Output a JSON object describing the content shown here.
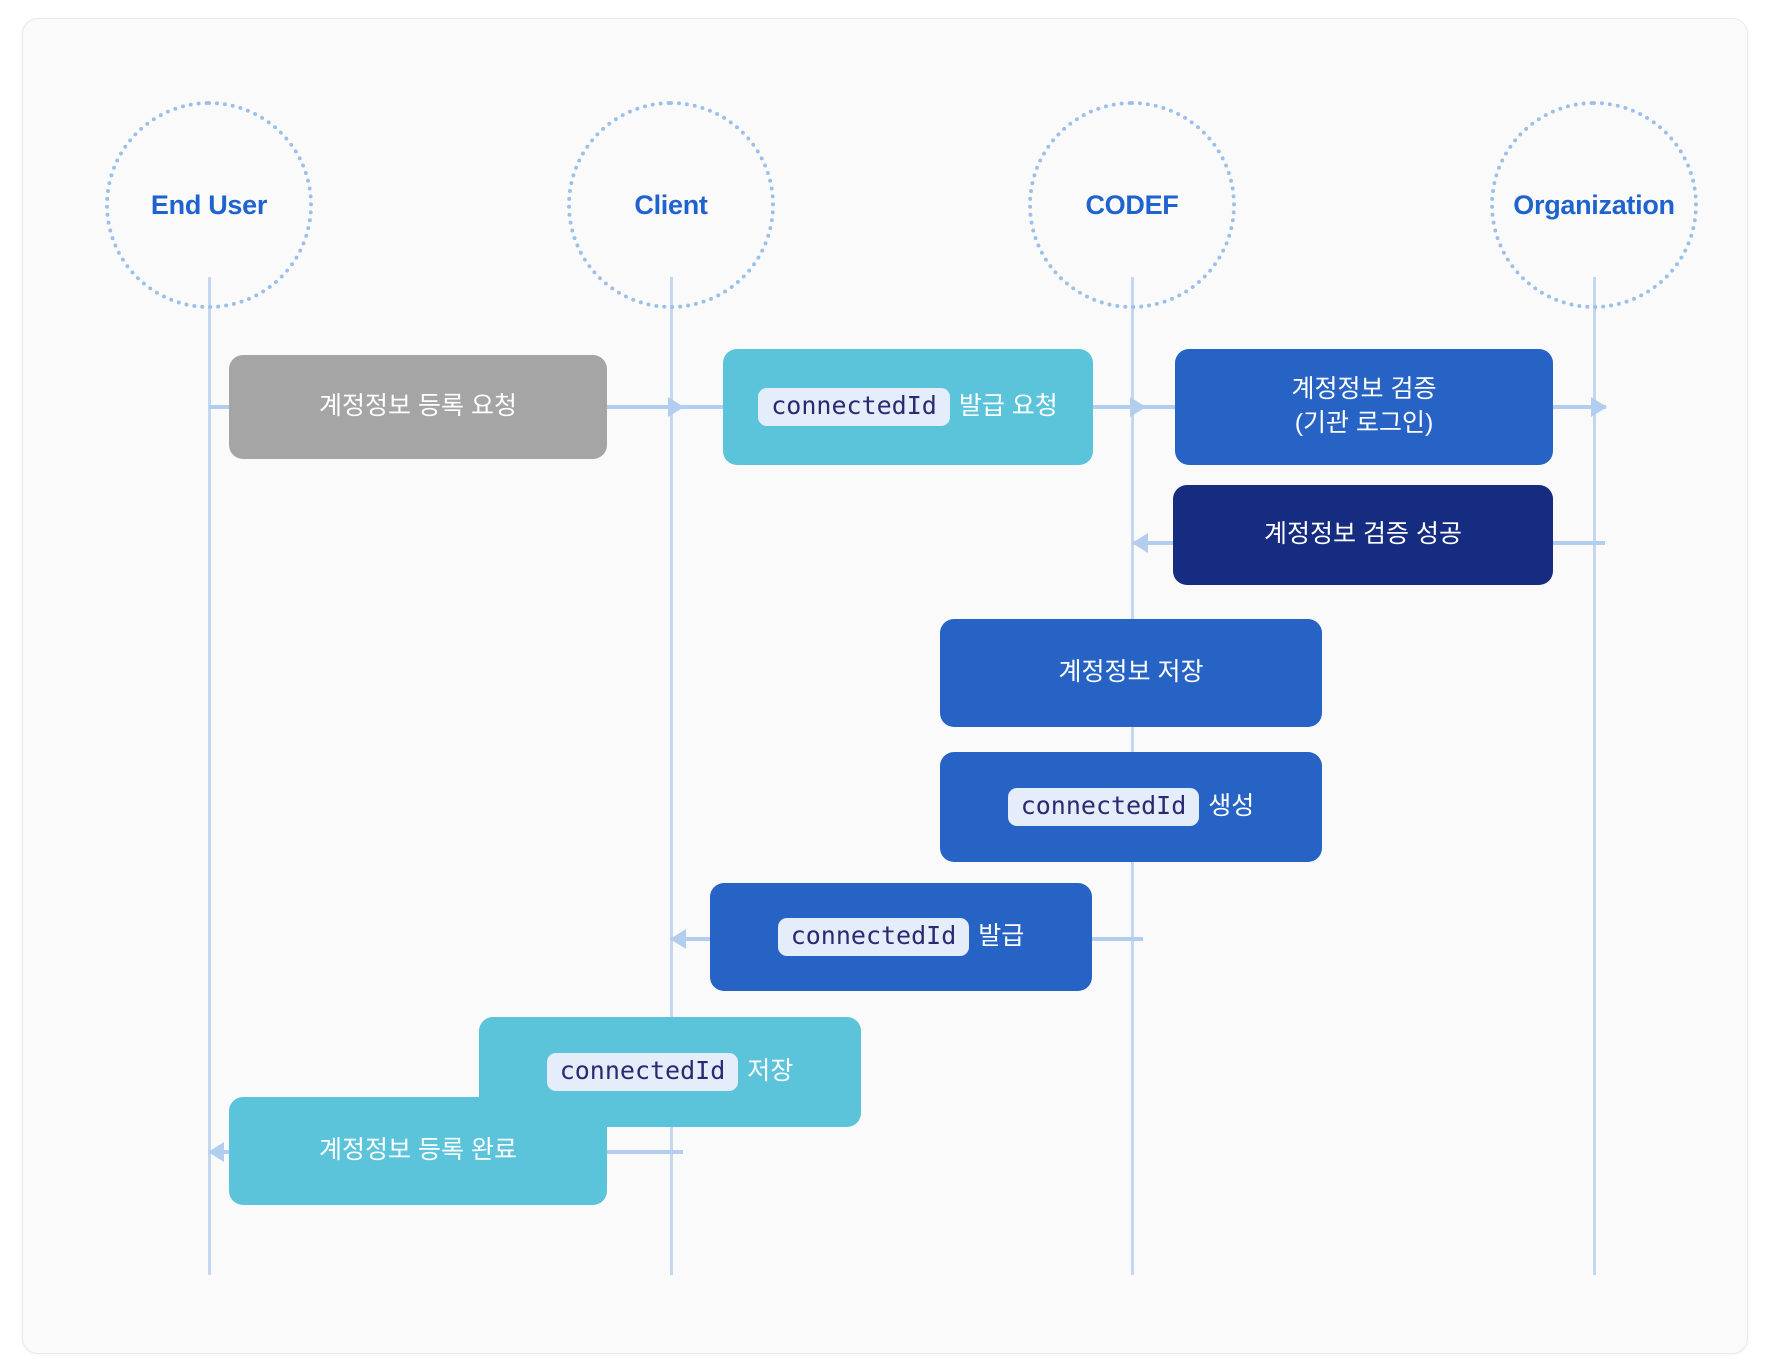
{
  "diagram": {
    "title": "CODEF connectedId issuance sequence",
    "colors": {
      "background": "#fafafa",
      "lifeline": "#c3d7f0",
      "actor_ring": "#9dc0e8",
      "actor_text": "#1f63cf",
      "arrow": "#b2cdee",
      "gray_box": "#a5a5a5",
      "cyan_box": "#5bc4da",
      "blue_box": "#2663c5",
      "navy_box": "#152c80",
      "chip_bg": "#e4edf9",
      "chip_text": "#2a2a72"
    },
    "actors": [
      {
        "id": "end-user",
        "label": "End User"
      },
      {
        "id": "client",
        "label": "Client"
      },
      {
        "id": "codef",
        "label": "CODEF"
      },
      {
        "id": "organization",
        "label": "Organization"
      }
    ],
    "messages": [
      {
        "id": "m1",
        "text": "계정정보 등록 요청",
        "code": "",
        "after": "",
        "style": "gray",
        "from": "end-user",
        "to": "client"
      },
      {
        "id": "m2",
        "text": "",
        "code": "connectedId",
        "after": "발급 요청",
        "style": "cyan",
        "from": "client",
        "to": "codef"
      },
      {
        "id": "m3",
        "text": "계정정보 검증\n(기관 로그인)",
        "code": "",
        "after": "",
        "style": "blue",
        "from": "codef",
        "to": "organization"
      },
      {
        "id": "m4",
        "text": "계정정보 검증 성공",
        "code": "",
        "after": "",
        "style": "navy",
        "from": "organization",
        "to": "codef"
      },
      {
        "id": "m5",
        "text": "계정정보 저장",
        "code": "",
        "after": "",
        "style": "blue",
        "from": "codef",
        "to": "codef"
      },
      {
        "id": "m6",
        "text": "",
        "code": "connectedId",
        "after": "생성",
        "style": "blue",
        "from": "codef",
        "to": "codef"
      },
      {
        "id": "m7",
        "text": "",
        "code": "connectedId",
        "after": "발급",
        "style": "blue",
        "from": "codef",
        "to": "client"
      },
      {
        "id": "m8",
        "text": "",
        "code": "connectedId",
        "after": "저장",
        "style": "cyan",
        "from": "client",
        "to": "client"
      },
      {
        "id": "m9",
        "text": "계정정보 등록 완료",
        "code": "",
        "after": "",
        "style": "cyan",
        "from": "client",
        "to": "end-user"
      }
    ]
  }
}
